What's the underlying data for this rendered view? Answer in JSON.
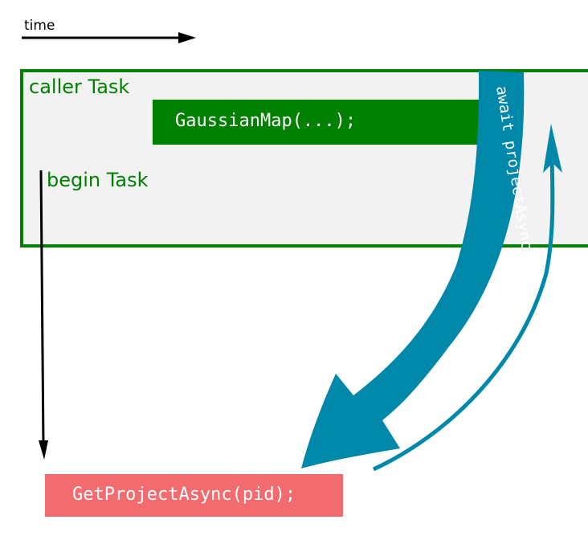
{
  "time_axis": {
    "label": "time"
  },
  "caller_task": {
    "label": "caller Task"
  },
  "gaussian_call": {
    "code": "GaussianMap(...);"
  },
  "begin_task": {
    "label": "begin Task"
  },
  "await_arrow": {
    "label": "await projectAsync"
  },
  "get_project_call": {
    "code": "GetProjectAsync(pid);"
  },
  "colors": {
    "green": "#008000",
    "panel_bg": "#f2f2f2",
    "teal": "#0088aa",
    "red": "#f26b6e"
  }
}
